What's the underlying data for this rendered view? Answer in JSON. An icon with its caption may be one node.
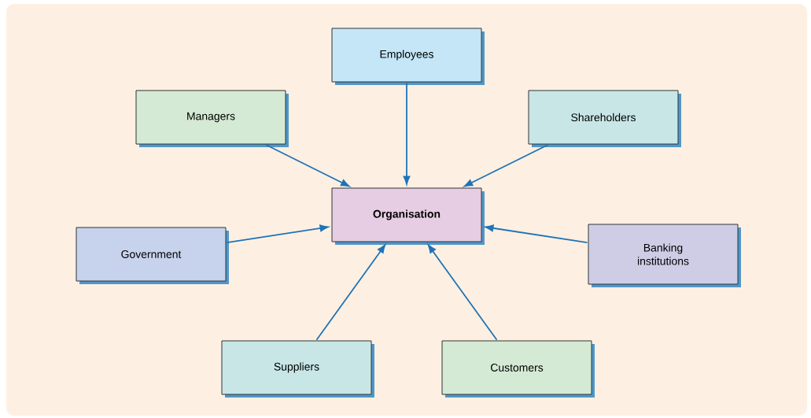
{
  "diagram": {
    "nodes": [
      {
        "text": [
          "Employees"
        ]
      },
      {
        "text": [
          "Managers"
        ]
      },
      {
        "text": [
          "Shareholders"
        ]
      },
      {
        "text": [
          "Organisation"
        ]
      },
      {
        "text": [
          "Government"
        ]
      },
      {
        "text": [
          "Banking institutions"
        ]
      },
      {
        "text": [
          "Suppliers"
        ]
      },
      {
        "text": [
          "Customers"
        ]
      }
    ],
    "edges": [
      {
        "from": 0,
        "to": 3,
        "arrow": "to"
      },
      {
        "from": 1,
        "to": 3,
        "arrow": "to"
      },
      {
        "from": 2,
        "to": 3,
        "arrow": "to"
      },
      {
        "from": 4,
        "to": 3,
        "arrow": "to"
      },
      {
        "from": 5,
        "to": 3,
        "arrow": "to"
      },
      {
        "from": 6,
        "to": 3,
        "arrow": "to"
      },
      {
        "from": 7,
        "to": 3,
        "arrow": "to"
      }
    ]
  }
}
